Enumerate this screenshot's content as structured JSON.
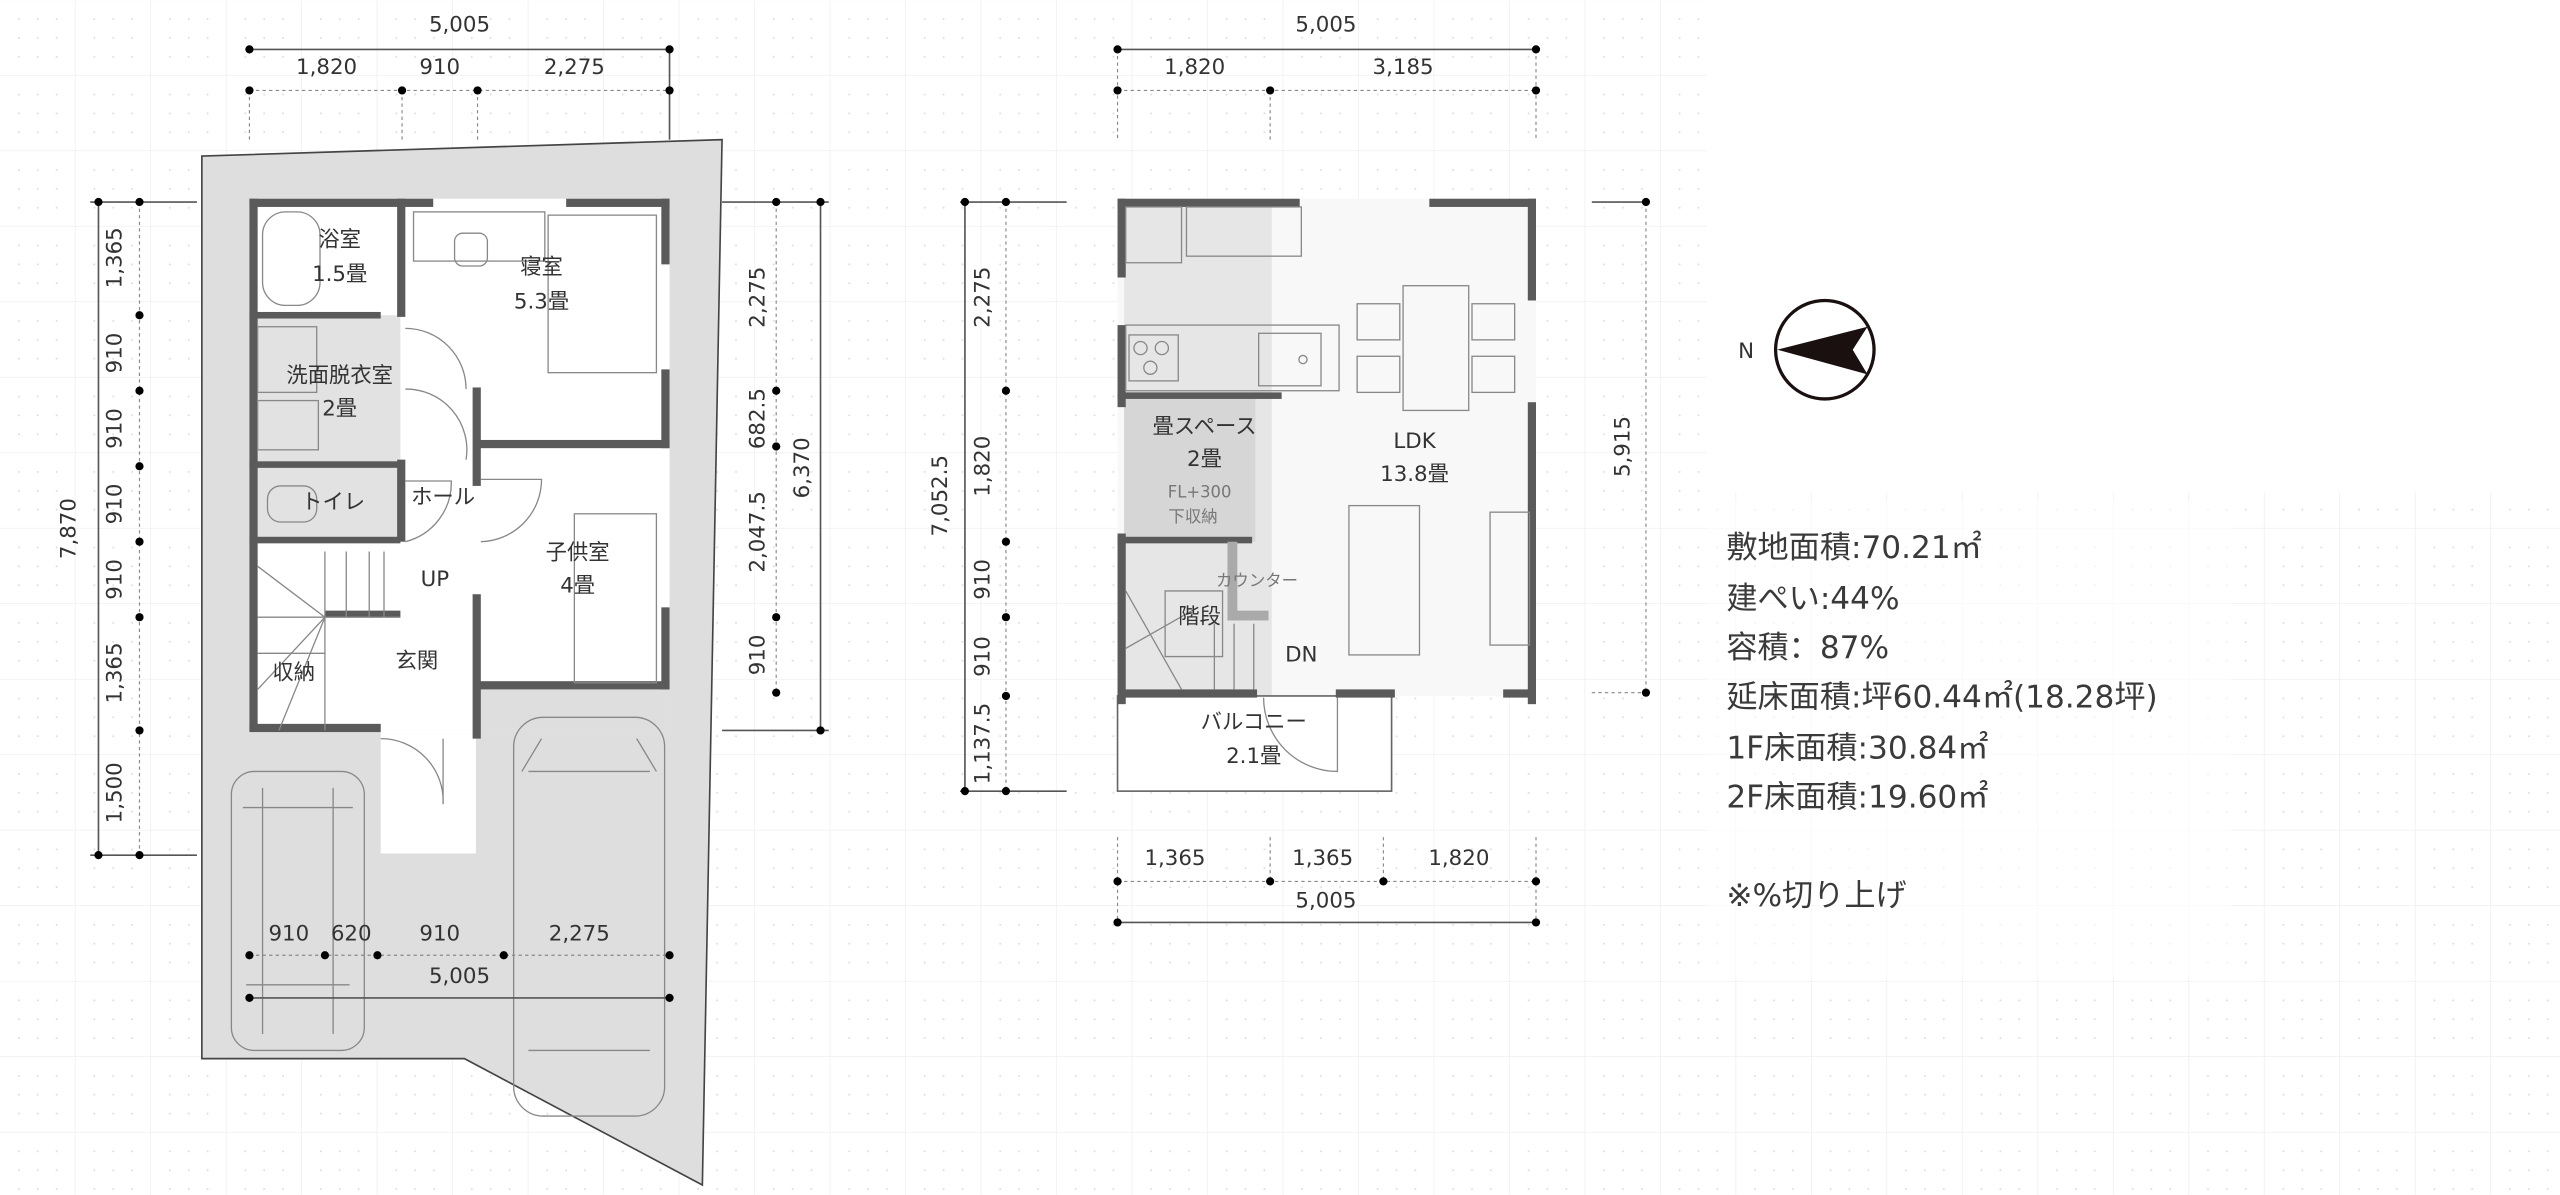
{
  "floor1": {
    "rooms": {
      "bath": {
        "name": "浴室",
        "size": "1.5畳"
      },
      "bedroom": {
        "name": "寝室",
        "size": "5.3畳"
      },
      "washroom": {
        "name": "洗面脱衣室",
        "size": "2畳"
      },
      "toilet": {
        "name": "トイレ"
      },
      "hall": {
        "name": "ホール"
      },
      "stairs": {
        "name": "UP"
      },
      "kids": {
        "name": "子供室",
        "size": "4畳"
      },
      "storage": {
        "name": "収納"
      },
      "entrance": {
        "name": "玄関"
      }
    },
    "dims": {
      "top_total": "5,005",
      "top": [
        "1,820",
        "910",
        "2,275"
      ],
      "left_total": "7,870",
      "left": [
        "1,365",
        "910",
        "910",
        "910",
        "910",
        "1,365",
        "1,500"
      ],
      "right_total": "6,370",
      "right": [
        "2,275",
        "682.5",
        "2,047.5",
        "910"
      ],
      "bottom_total": "5,005",
      "bottom": [
        "910",
        "620",
        "910",
        "2,275"
      ]
    }
  },
  "floor2": {
    "rooms": {
      "tatami": {
        "name": "畳スペース",
        "size": "2畳",
        "note1": "FL+300",
        "note2": "下収納"
      },
      "ldk": {
        "name": "LDK",
        "size": "13.8畳"
      },
      "counter": {
        "name": "カウンター"
      },
      "stairs": {
        "name": "階段"
      },
      "down": {
        "name": "DN"
      },
      "balcony": {
        "name": "バルコニー",
        "size": "2.1畳"
      }
    },
    "dims": {
      "top_total": "5,005",
      "top": [
        "1,820",
        "3,185"
      ],
      "left_total": "7,052.5",
      "left": [
        "2,275",
        "1,820",
        "910",
        "910",
        "1,137.5"
      ],
      "right_total": "5,915",
      "bottom_total": "5,005",
      "bottom": [
        "1,365",
        "1,365",
        "1,820"
      ]
    }
  },
  "compass": {
    "label": "N"
  },
  "summary": {
    "lines": [
      "敷地面積:70.21㎡",
      "建ぺい:44%",
      "容積：87%",
      "延床面積:坪60.44㎡(18.28坪)",
      "1F床面積:30.84㎡",
      "2F床面積:19.60㎡"
    ],
    "note": "※%切り上げ"
  }
}
